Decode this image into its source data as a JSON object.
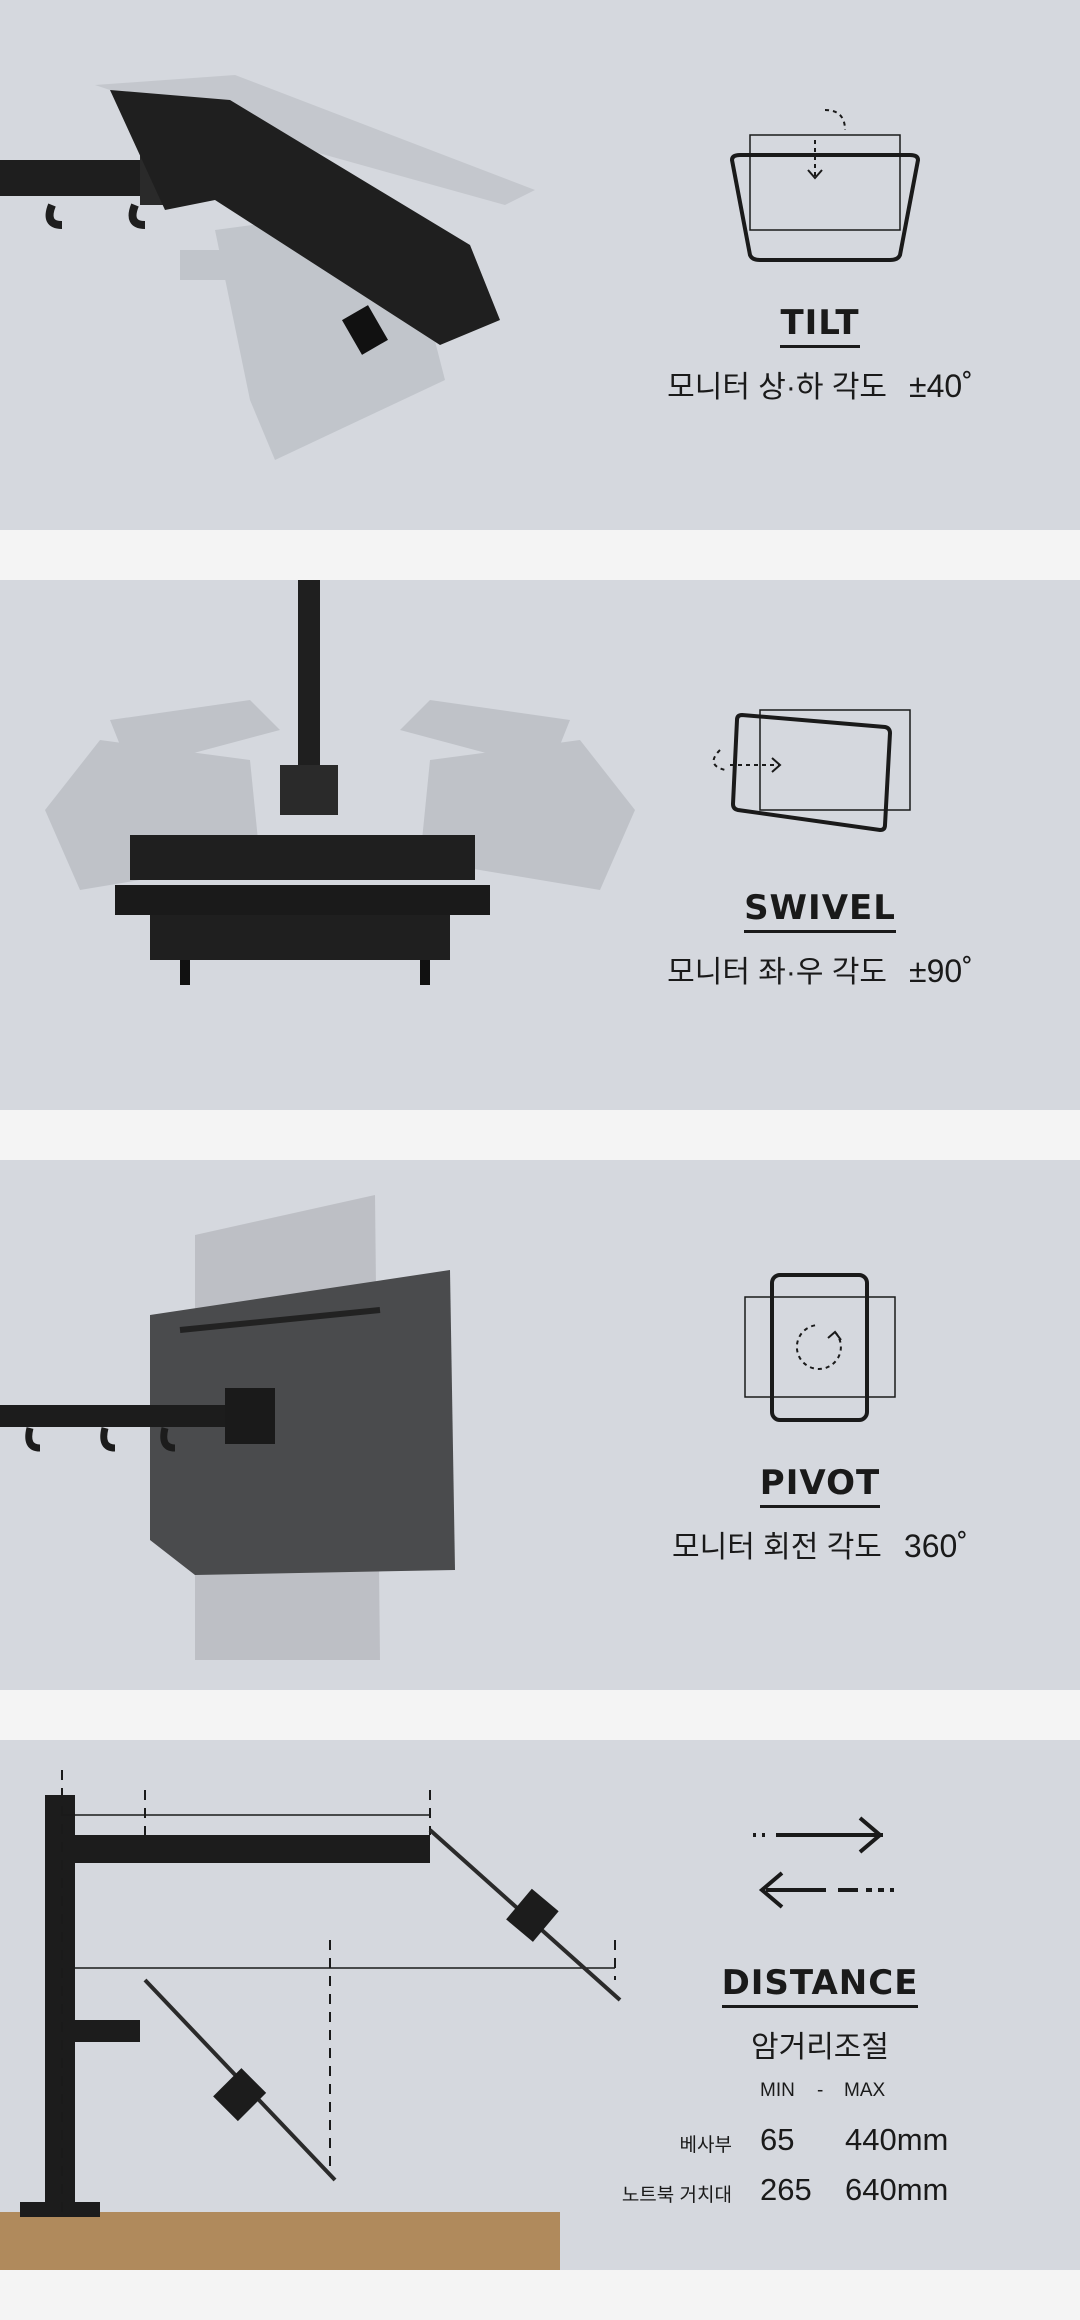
{
  "tilt": {
    "title": "TILT",
    "desc": "모니터 상·하 각도",
    "value": "±40˚"
  },
  "swivel": {
    "title": "SWIVEL",
    "desc": "모니터 좌·우 각도",
    "value": "±90˚"
  },
  "pivot": {
    "title": "PIVOT",
    "desc": "모니터 회전 각도",
    "value": "360˚"
  },
  "distance": {
    "title": "DISTANCE",
    "desc": "암거리조절",
    "min_label": "MIN",
    "dash": "-",
    "max_label": "MAX",
    "rows": [
      {
        "label": "베사부",
        "min": "65",
        "max": "440mm"
      },
      {
        "label": "노트북 거치대",
        "min": "265",
        "max": "640mm"
      }
    ]
  },
  "colors": {
    "panel": "#d5d8de",
    "gap": "#f4f4f4",
    "ink": "#1a1a1a",
    "desk": "#b08a5c"
  }
}
